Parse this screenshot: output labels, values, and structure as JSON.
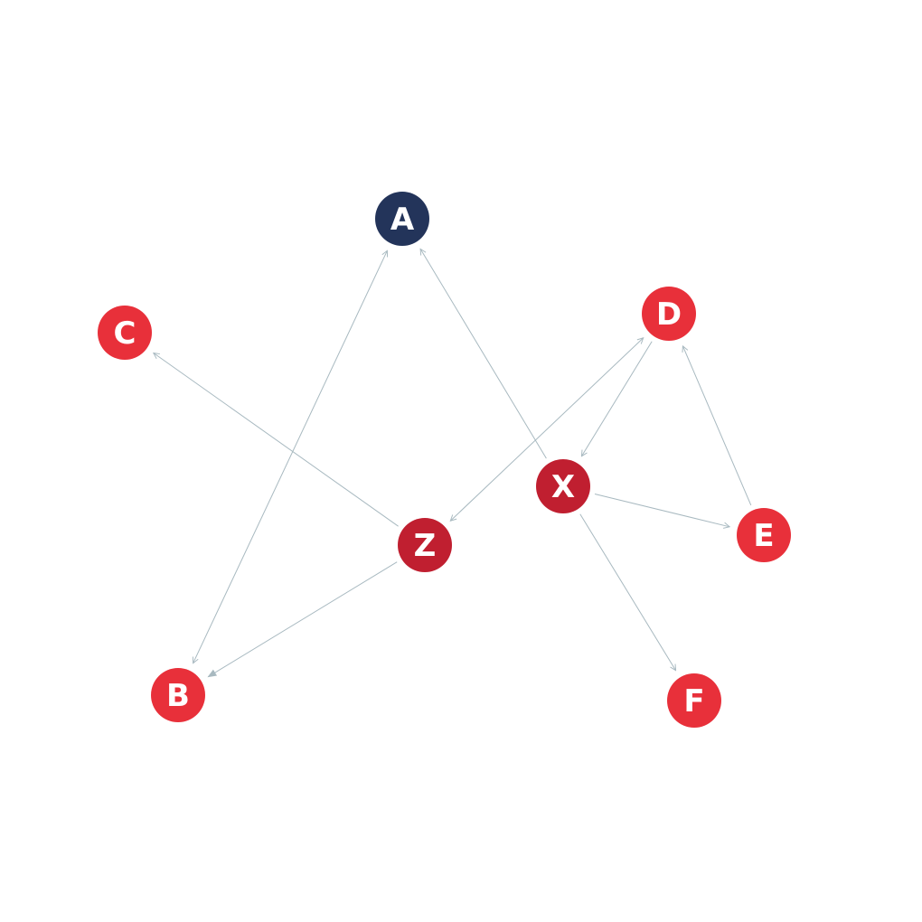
{
  "graph": {
    "colors": {
      "root": "#23345a",
      "leaf": "#e8303a",
      "hub": "#c01f30",
      "edge": "#a8b9c0"
    },
    "nodes": [
      {
        "id": "A",
        "label": "A",
        "role": "root"
      },
      {
        "id": "C",
        "label": "C",
        "role": "leaf"
      },
      {
        "id": "D",
        "label": "D",
        "role": "leaf"
      },
      {
        "id": "X",
        "label": "X",
        "role": "hub"
      },
      {
        "id": "E",
        "label": "E",
        "role": "leaf"
      },
      {
        "id": "Z",
        "label": "Z",
        "role": "hub"
      },
      {
        "id": "B",
        "label": "B",
        "role": "leaf"
      },
      {
        "id": "F",
        "label": "F",
        "role": "leaf"
      }
    ],
    "edges": [
      {
        "from": "A",
        "to": "B",
        "arrow_start": true,
        "arrow_end": true
      },
      {
        "from": "X",
        "to": "A",
        "arrow_start": false,
        "arrow_end": true
      },
      {
        "from": "Z",
        "to": "C",
        "arrow_start": false,
        "arrow_end": true
      },
      {
        "from": "Z",
        "to": "D",
        "arrow_start": true,
        "arrow_end": true
      },
      {
        "from": "D",
        "to": "X",
        "arrow_start": false,
        "arrow_end": true
      },
      {
        "from": "E",
        "to": "D",
        "arrow_start": false,
        "arrow_end": true
      },
      {
        "from": "X",
        "to": "E",
        "arrow_start": false,
        "arrow_end": true
      },
      {
        "from": "X",
        "to": "F",
        "arrow_start": false,
        "arrow_end": true
      },
      {
        "from": "Z",
        "to": "B",
        "arrow_start": false,
        "arrow_end": true
      }
    ]
  }
}
